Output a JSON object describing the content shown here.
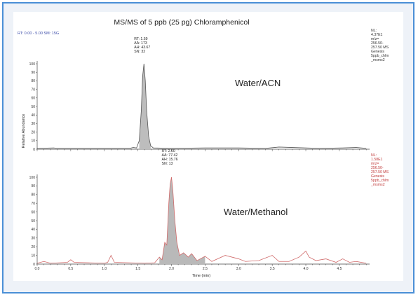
{
  "chart_data": {
    "type": "line",
    "title": "MS/MS of 5 ppb (25 pg) Chloramphenicol",
    "header_info": "RT: 0.00 - 5.00  SM: 15G",
    "xlabel": "Time (min)",
    "ylabel": "Relative Abundance",
    "xlim": [
      0.0,
      4.95
    ],
    "x_ticks": [
      "0.0",
      "0.5",
      "1.0",
      "1.5",
      "2.0",
      "2.5",
      "3.0",
      "3.5",
      "4.0",
      "4.5"
    ],
    "y_ticks": [
      "0",
      "10",
      "20",
      "30",
      "40",
      "50",
      "60",
      "70",
      "80",
      "90",
      "100"
    ],
    "ylim": [
      0,
      100
    ],
    "panels": [
      {
        "name": "Water/ACN",
        "color": "#555555",
        "fill": "#bdbdbd",
        "peak": {
          "rt": "RT: 1.59",
          "aa": "AA: 173",
          "ah": "AH: 43.67",
          "sn": "SN: 32"
        },
        "info": [
          "NL:",
          "4.37E1",
          "m/z=",
          "256.50-",
          "257.50  MS",
          "Genesis",
          "5ppb_chlm",
          "_msms2"
        ],
        "info_color": "#333333",
        "points": [
          [
            0,
            1
          ],
          [
            0.25,
            1.5
          ],
          [
            0.28,
            1
          ],
          [
            1.0,
            1
          ],
          [
            1.38,
            1
          ],
          [
            1.43,
            2
          ],
          [
            1.48,
            1.5
          ],
          [
            1.52,
            10
          ],
          [
            1.55,
            45
          ],
          [
            1.57,
            85
          ],
          [
            1.59,
            100
          ],
          [
            1.61,
            80
          ],
          [
            1.63,
            45
          ],
          [
            1.66,
            15
          ],
          [
            1.69,
            4
          ],
          [
            1.73,
            1.5
          ],
          [
            2.0,
            1
          ],
          [
            2.5,
            1.5
          ],
          [
            3.0,
            1.5
          ],
          [
            3.4,
            1
          ],
          [
            3.6,
            2.5
          ],
          [
            3.8,
            2
          ],
          [
            4.2,
            1
          ],
          [
            4.55,
            1.5
          ],
          [
            4.75,
            2
          ],
          [
            4.9,
            1
          ]
        ]
      },
      {
        "name": "Water/Methanol",
        "color": "#d06a6a",
        "fill": "#b9b9b9",
        "peak": {
          "rt": "RT: 2.00",
          "aa": "AA: 77.42",
          "ah": "AH: 15.76",
          "sn": "SN: 13"
        },
        "info": [
          "NL:",
          "1.58E1",
          "m/z=",
          "256.50-",
          "257.50  MS",
          "Genesis",
          "5ppb_chlm",
          "_msms2"
        ],
        "info_color": "#c03a3a",
        "points": [
          [
            0,
            1
          ],
          [
            0.1,
            3
          ],
          [
            0.2,
            1
          ],
          [
            0.45,
            2
          ],
          [
            0.5,
            5
          ],
          [
            0.55,
            2
          ],
          [
            1.0,
            1
          ],
          [
            1.05,
            2
          ],
          [
            1.1,
            10
          ],
          [
            1.15,
            2
          ],
          [
            1.6,
            1
          ],
          [
            1.75,
            1.5
          ],
          [
            1.82,
            8
          ],
          [
            1.86,
            5
          ],
          [
            1.9,
            25
          ],
          [
            1.93,
            22
          ],
          [
            1.96,
            70
          ],
          [
            1.98,
            92
          ],
          [
            2.0,
            100
          ],
          [
            2.02,
            85
          ],
          [
            2.05,
            50
          ],
          [
            2.08,
            25
          ],
          [
            2.12,
            10
          ],
          [
            2.18,
            13
          ],
          [
            2.25,
            8
          ],
          [
            2.3,
            12
          ],
          [
            2.38,
            4
          ],
          [
            2.5,
            9
          ],
          [
            2.6,
            3
          ],
          [
            2.8,
            10
          ],
          [
            3.0,
            6
          ],
          [
            3.1,
            3
          ],
          [
            3.3,
            4
          ],
          [
            3.5,
            10
          ],
          [
            3.6,
            3
          ],
          [
            3.75,
            3
          ],
          [
            3.9,
            8
          ],
          [
            4.0,
            15
          ],
          [
            4.05,
            8
          ],
          [
            4.15,
            4
          ],
          [
            4.3,
            6
          ],
          [
            4.45,
            2
          ],
          [
            4.55,
            6
          ],
          [
            4.65,
            2
          ],
          [
            4.75,
            3
          ],
          [
            4.9,
            1
          ]
        ]
      }
    ]
  }
}
